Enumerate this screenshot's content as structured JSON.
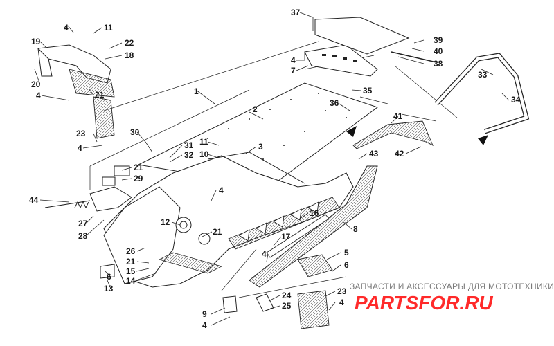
{
  "diagram": {
    "callouts": [
      {
        "id": "c37",
        "label": "37"
      },
      {
        "id": "c39",
        "label": "39"
      },
      {
        "id": "c40",
        "label": "40"
      },
      {
        "id": "c38",
        "label": "38"
      },
      {
        "id": "c4a",
        "label": "4"
      },
      {
        "id": "c7",
        "label": "7"
      },
      {
        "id": "c33",
        "label": "33"
      },
      {
        "id": "c35",
        "label": "35"
      },
      {
        "id": "c36",
        "label": "36"
      },
      {
        "id": "c34",
        "label": "34"
      },
      {
        "id": "c4b",
        "label": "4"
      },
      {
        "id": "c11a",
        "label": "11"
      },
      {
        "id": "c19",
        "label": "19"
      },
      {
        "id": "c22",
        "label": "22"
      },
      {
        "id": "c18",
        "label": "18"
      },
      {
        "id": "c20",
        "label": "20"
      },
      {
        "id": "c21a",
        "label": "21"
      },
      {
        "id": "c4c",
        "label": "4"
      },
      {
        "id": "c1",
        "label": "1"
      },
      {
        "id": "c2",
        "label": "2"
      },
      {
        "id": "c41",
        "label": "41"
      },
      {
        "id": "c42",
        "label": "42"
      },
      {
        "id": "c43",
        "label": "43"
      },
      {
        "id": "c23a",
        "label": "23"
      },
      {
        "id": "c4d",
        "label": "4"
      },
      {
        "id": "c30",
        "label": "30"
      },
      {
        "id": "c11b",
        "label": "11"
      },
      {
        "id": "c10",
        "label": "10"
      },
      {
        "id": "c31",
        "label": "31"
      },
      {
        "id": "c32",
        "label": "32"
      },
      {
        "id": "c3",
        "label": "3"
      },
      {
        "id": "c21b",
        "label": "21"
      },
      {
        "id": "c29",
        "label": "29"
      },
      {
        "id": "c44",
        "label": "44"
      },
      {
        "id": "c4e",
        "label": "4"
      },
      {
        "id": "c27",
        "label": "27"
      },
      {
        "id": "c28",
        "label": "28"
      },
      {
        "id": "c12",
        "label": "12"
      },
      {
        "id": "c21c",
        "label": "21"
      },
      {
        "id": "c16",
        "label": "16"
      },
      {
        "id": "c8",
        "label": "8"
      },
      {
        "id": "c17",
        "label": "17"
      },
      {
        "id": "c26",
        "label": "26"
      },
      {
        "id": "c21d",
        "label": "21"
      },
      {
        "id": "c15",
        "label": "15"
      },
      {
        "id": "c14",
        "label": "14"
      },
      {
        "id": "c6a",
        "label": "6"
      },
      {
        "id": "c13",
        "label": "13"
      },
      {
        "id": "c4f",
        "label": "4"
      },
      {
        "id": "c5",
        "label": "5"
      },
      {
        "id": "c6b",
        "label": "6"
      },
      {
        "id": "c23b",
        "label": "23"
      },
      {
        "id": "c4g",
        "label": "4"
      },
      {
        "id": "c24",
        "label": "24"
      },
      {
        "id": "c25",
        "label": "25"
      },
      {
        "id": "c9",
        "label": "9"
      },
      {
        "id": "c4h",
        "label": "4"
      }
    ]
  },
  "watermark": {
    "caption": "ЗАПЧАСТИ И АКСЕССУАРЫ ДЛЯ МОТОТЕХНИКИ",
    "brand": "PARTSFOR.RU",
    "brand_color": "#ff2a2a"
  }
}
